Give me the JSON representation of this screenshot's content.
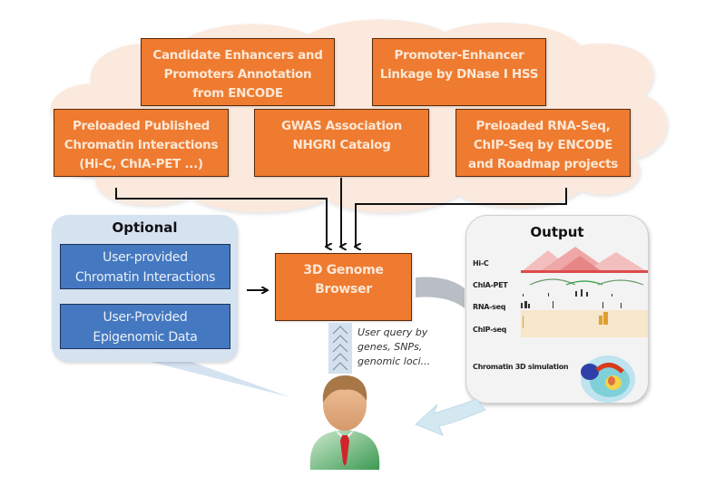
{
  "diagram": {
    "cloud_sources": [
      {
        "id": "candidate-enhancers",
        "lines": [
          "Candidate Enhancers and",
          "Promoters Annotation",
          "from ENCODE"
        ]
      },
      {
        "id": "promoter-enhancer-linkage",
        "lines": [
          "Promoter-Enhancer",
          "Linkage by DNase I HSS"
        ]
      },
      {
        "id": "preloaded-chromatin",
        "lines": [
          "Preloaded Published",
          "Chromatin Interactions",
          "(Hi-C, ChIA-PET ...)"
        ]
      },
      {
        "id": "gwas",
        "lines": [
          "GWAS Association",
          "NHGRI Catalog"
        ]
      },
      {
        "id": "preloaded-rnaseq",
        "lines": [
          "Preloaded RNA-Seq,",
          "ChIP-Seq by ENCODE",
          "and Roadmap projects"
        ]
      }
    ],
    "optional": {
      "title": "Optional",
      "items": [
        {
          "lines": [
            "User-provided",
            "Chromatin Interactions"
          ]
        },
        {
          "lines": [
            "User-Provided",
            "Epigenomic Data"
          ]
        }
      ]
    },
    "browser": {
      "lines": [
        "3D Genome",
        "Browser"
      ]
    },
    "query": {
      "lines": [
        "User query by",
        "genes, SNPs,",
        "genomic loci..."
      ]
    },
    "output": {
      "title": "Output",
      "tracks": [
        "Hi-C",
        "ChIA-PET",
        "RNA-seq",
        "ChIP-seq"
      ],
      "simulation_label": "Chromatin 3D simulation"
    },
    "colors": {
      "orange": "#ee7b30",
      "blue": "#4478c0",
      "cloud": "#fbe9de",
      "optional_bg": "#d5e2f0"
    }
  }
}
